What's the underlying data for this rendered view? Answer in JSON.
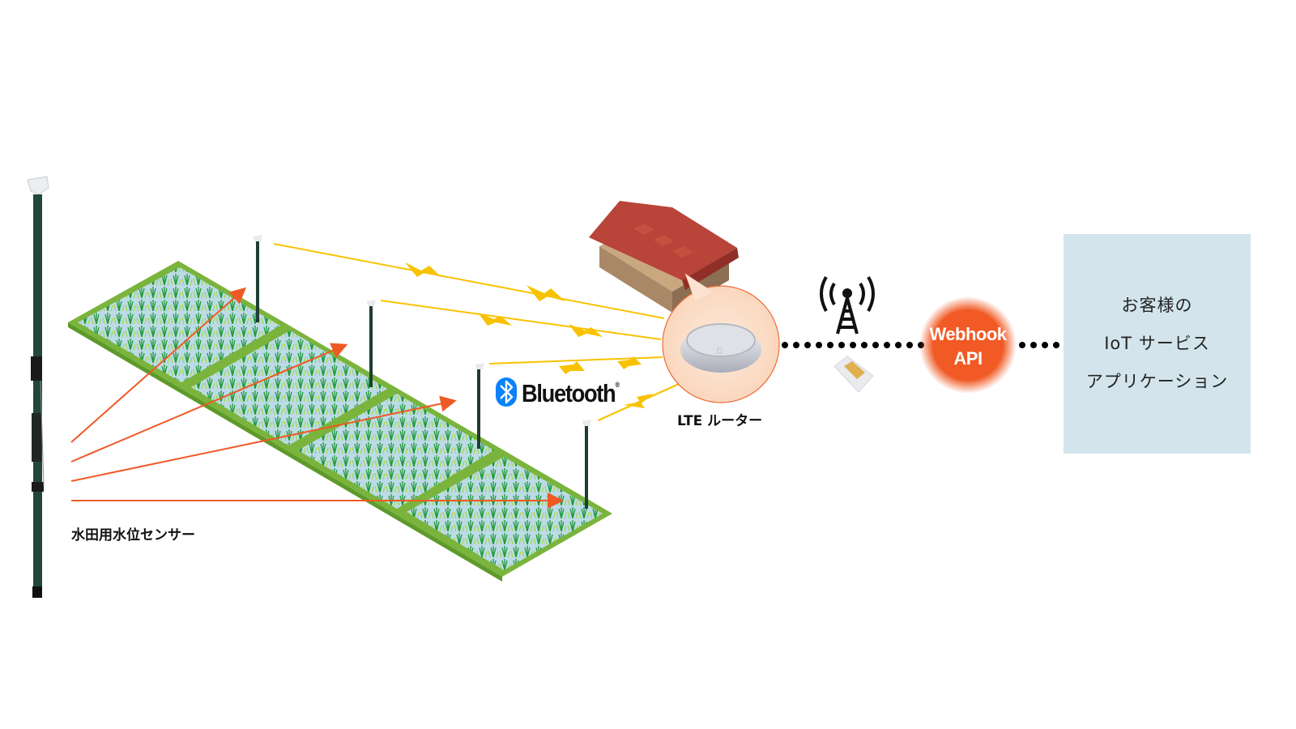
{
  "diagram": {
    "title": "Paddy field water level monitoring IoT system",
    "sensor": {
      "label": "水田用水位センサー",
      "icon": "water-level-sensor-pole",
      "count_in_field": 4
    },
    "wireless": {
      "protocol_label": "Bluetooth",
      "registered_mark": "®",
      "icon": "bluetooth-icon"
    },
    "router": {
      "label": "LTE ルーター",
      "icon": "lte-router-device",
      "location_icon": "farm-house"
    },
    "network": {
      "icons": [
        "cell-tower-icon",
        "sim-card-icon"
      ]
    },
    "api": {
      "line1": "Webhook",
      "line2": "API"
    },
    "customer_app": {
      "line1": "お客様の",
      "line2": "IoT サービス",
      "line3": "アプリケーション"
    },
    "colors": {
      "arrow": "#ee5a24",
      "signal": "#f8c200",
      "api_bubble": "#f06a30",
      "customer_box": "#d3e4ec",
      "field_border": "#7cb53a",
      "water": "#b9dbe8",
      "bluetooth": "#0a82fb",
      "roof": "#b8443a",
      "router_halo": "#fde3cf"
    }
  }
}
